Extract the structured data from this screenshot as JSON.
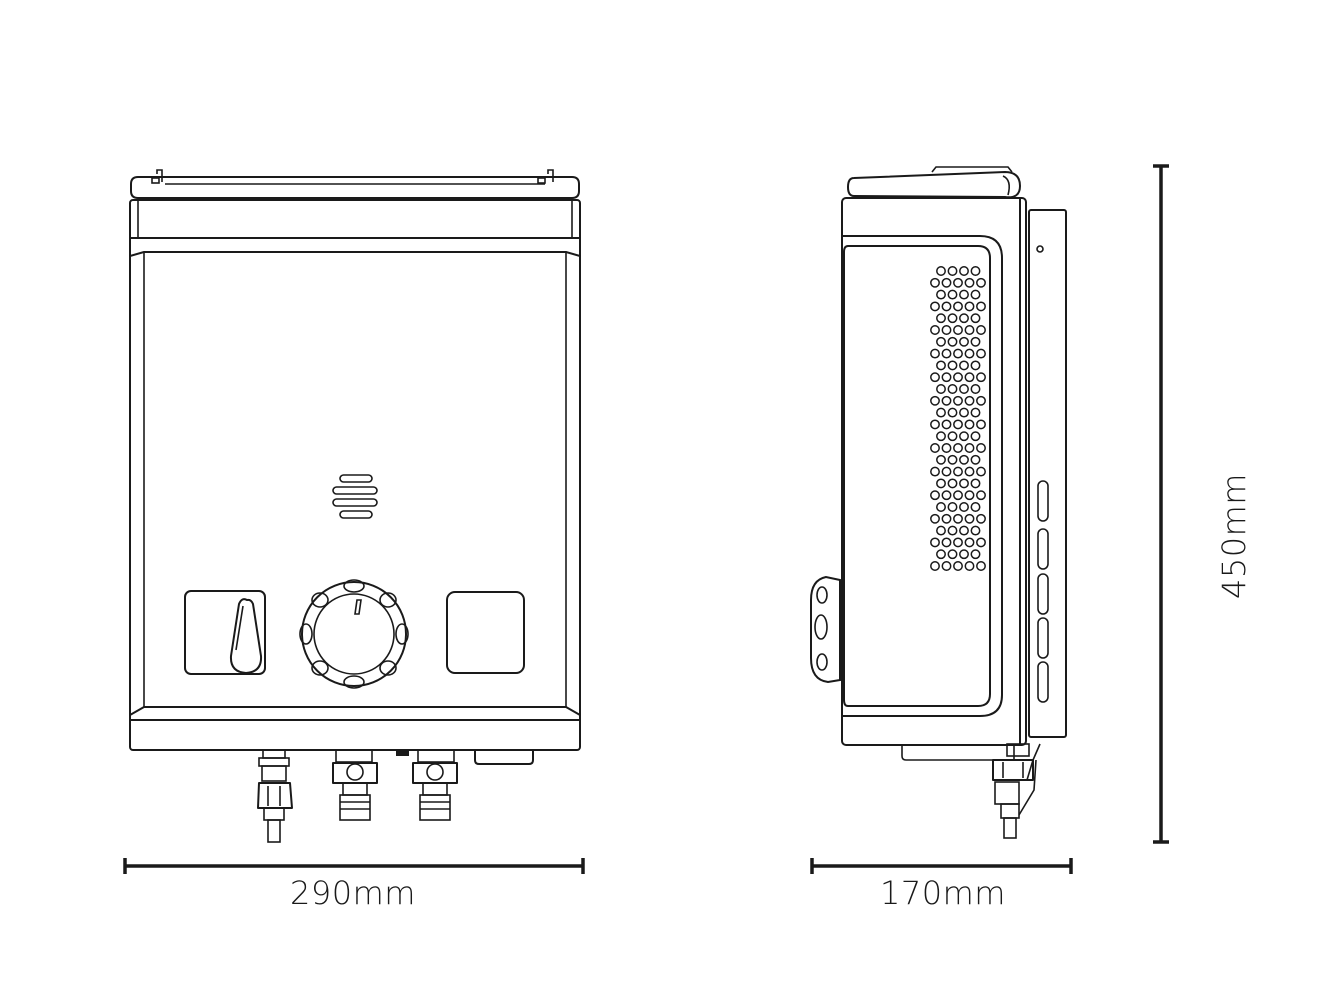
{
  "dimensions": {
    "width": "290mm",
    "depth": "170mm",
    "height": "450mm"
  },
  "views": [
    "front",
    "side"
  ],
  "colors": {
    "line": "#1a1a1a",
    "background": "#ffffff"
  }
}
